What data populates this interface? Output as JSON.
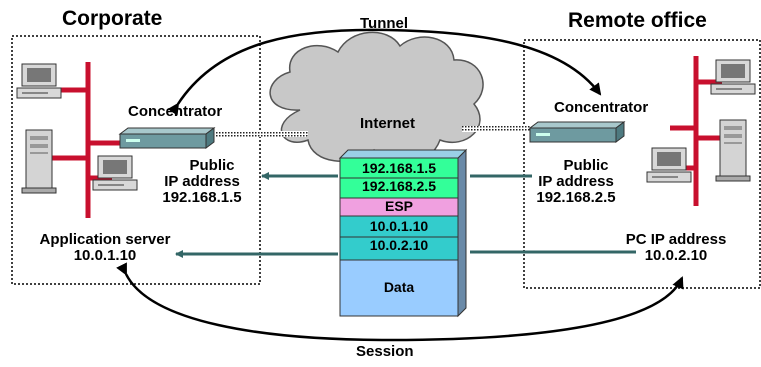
{
  "corporate": {
    "title": "Corporate",
    "concentrator": "Concentrator",
    "public_ip_label_1": "Public",
    "public_ip_label_2": "IP address",
    "public_ip_value": "192.168.1.5",
    "server_label": "Application server",
    "server_ip": "10.0.1.10"
  },
  "remote": {
    "title": "Remote office",
    "concentrator": "Concentrator",
    "public_ip_label_1": "Public",
    "public_ip_label_2": "IP address",
    "public_ip_value": "192.168.2.5",
    "pc_label": "PC IP address",
    "pc_ip": "10.0.2.10"
  },
  "internet": {
    "label": "Internet"
  },
  "tunnel": {
    "label": "Tunnel"
  },
  "session": {
    "label": "Session"
  },
  "packet": {
    "outer_header": [
      "192.168.1.5",
      "192.168.2.5"
    ],
    "esp": "ESP",
    "inner_header": [
      "10.0.1.10",
      "10.0.2.10"
    ],
    "data": "Data"
  },
  "colors": {
    "lan_line": "#c8102e",
    "outer_header": "#33ff99",
    "esp": "#f0a0e0",
    "inner_header": "#33cccc",
    "data": "#99ccff",
    "cloud": "#c8c8c8",
    "arrow": "#336666"
  }
}
